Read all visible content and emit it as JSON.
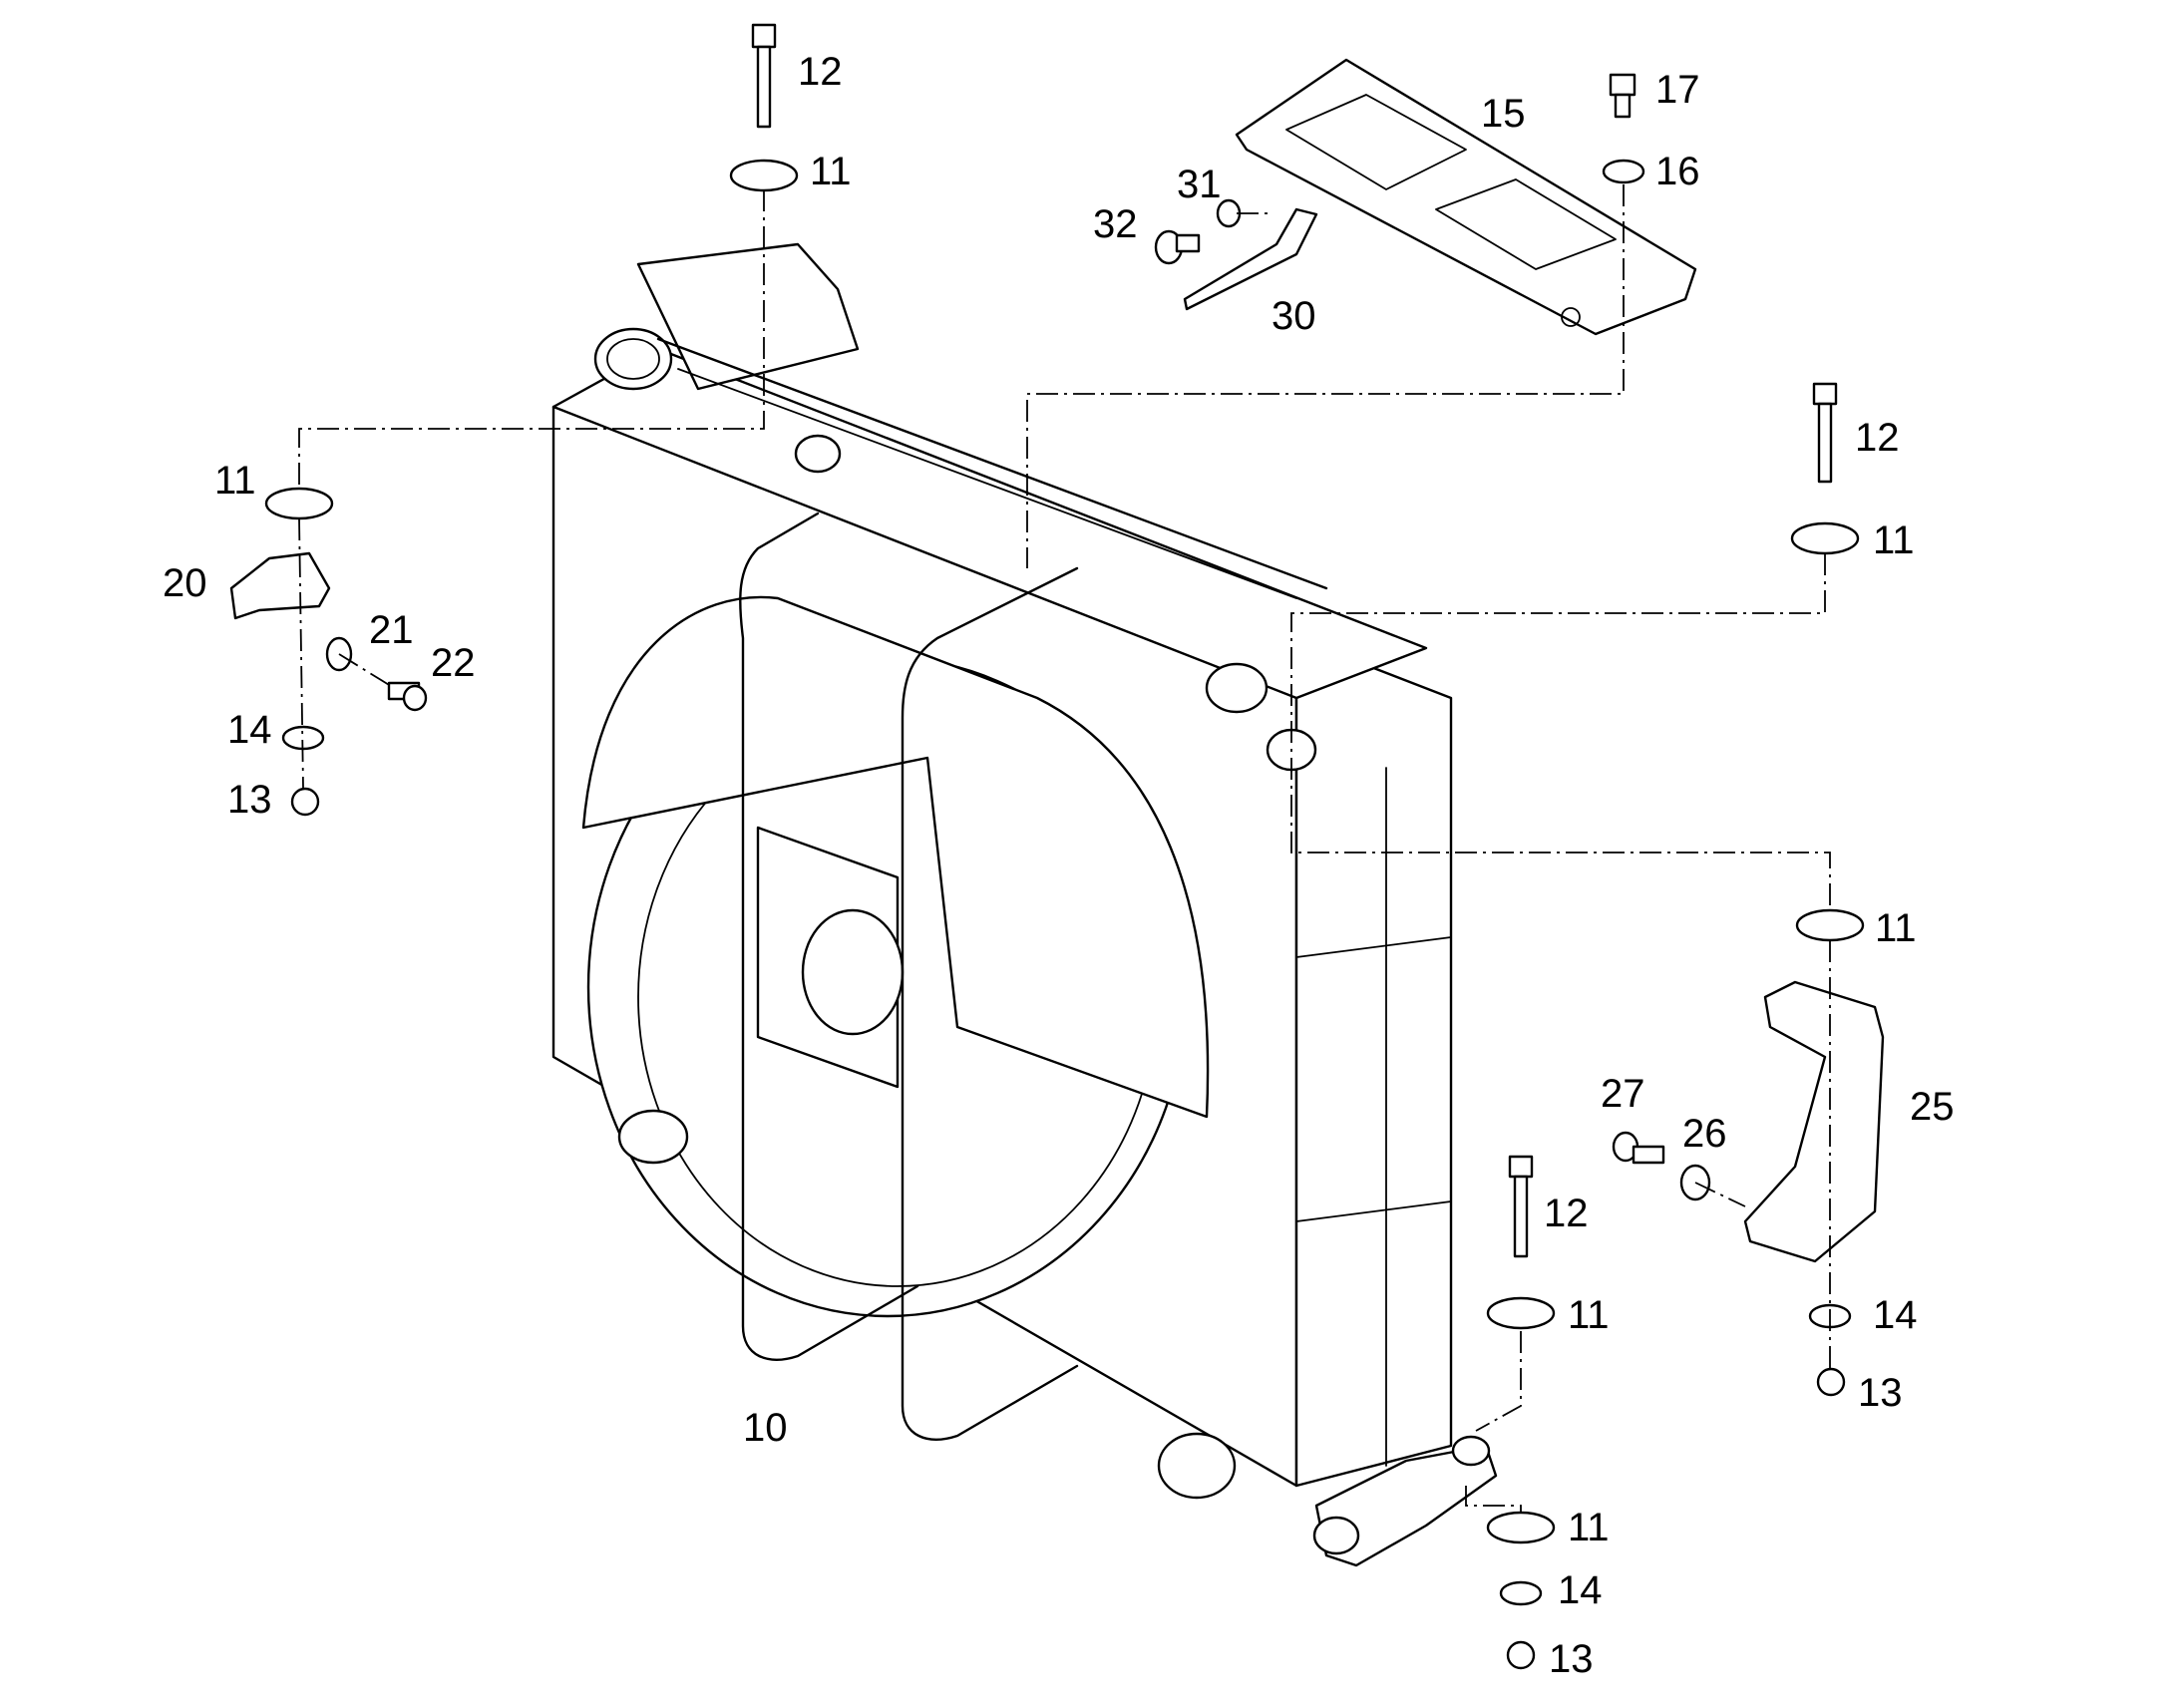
{
  "callouts": {
    "c10": "10",
    "c11a": "11",
    "c11b": "11",
    "c11c": "11",
    "c11d": "11",
    "c11e": "11",
    "c11f": "11",
    "c12a": "12",
    "c12b": "12",
    "c12c": "12",
    "c13a": "13",
    "c13b": "13",
    "c13c": "13",
    "c14a": "14",
    "c14b": "14",
    "c14c": "14",
    "c15": "15",
    "c16": "16",
    "c17": "17",
    "c20": "20",
    "c21": "21",
    "c22": "22",
    "c25": "25",
    "c26": "26",
    "c27": "27",
    "c30": "30",
    "c31": "31",
    "c32": "32"
  },
  "colors": {
    "line": "#000000",
    "background": "#ffffff"
  }
}
